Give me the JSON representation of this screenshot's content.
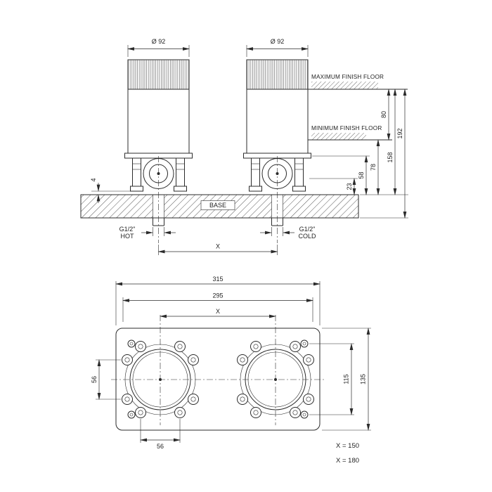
{
  "front_view": {
    "left_diameter": "Ø 92",
    "right_diameter": "Ø 92",
    "max_finish_floor": "MAXIMUM FINISH FLOOR",
    "min_finish_floor": "MINIMUM FINISH FLOOR",
    "base_label": "BASE",
    "hot_thread": "G1/2\"",
    "hot_label": "HOT",
    "cold_thread": "G1/2\"",
    "cold_label": "COLD",
    "dim_center_distance": "X",
    "dims": {
      "floor_range": "80",
      "max_floor_to_base_bottom": "192",
      "max_floor_to_base_top": "158",
      "min_floor_to_base_top": "78",
      "flange_to_base_top": "58",
      "outlet_to_base_top": "23",
      "plate_thickness": "4"
    }
  },
  "plan_view": {
    "dims": {
      "overall_width": "315",
      "inner_width": "295",
      "center_distance": "X",
      "hole_span_height": "115",
      "overall_height": "135",
      "bolt_spacing_left": "56",
      "bolt_spacing_bottom": "56"
    }
  },
  "notes": {
    "x_option_1": "X = 150",
    "x_option_2": "X = 180"
  },
  "colors": {
    "line": "#2b2b2b",
    "background": "#ffffff"
  }
}
